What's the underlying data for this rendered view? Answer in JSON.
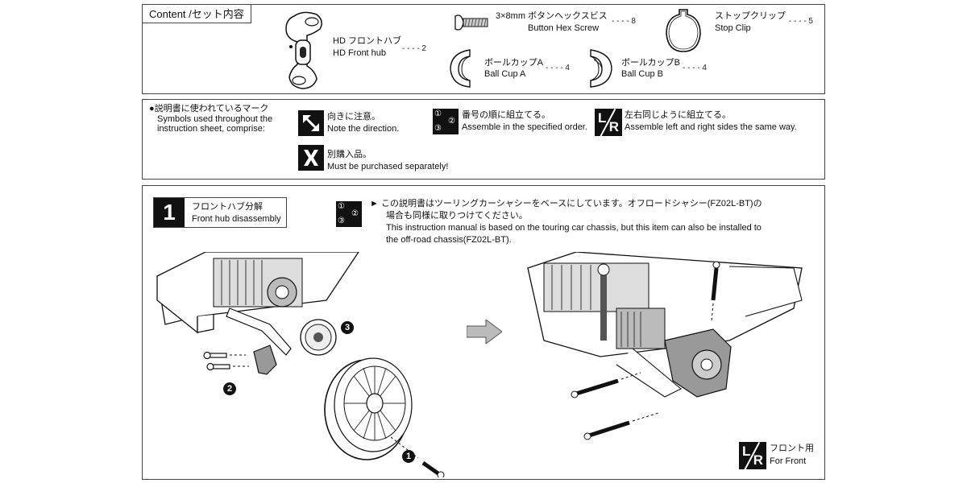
{
  "content": {
    "title": "Content /セット内容",
    "items": [
      {
        "jp": "HD フロントハブ",
        "en": "HD Front hub",
        "qty": "- - - - 2"
      },
      {
        "jp": "3×8mm ボタンヘックスビス",
        "en": "Button Hex Screw",
        "qty": "- - - - 8"
      },
      {
        "jp": "ストップクリップ",
        "en": "Stop Clip",
        "qty": "- - - - 5"
      },
      {
        "jp": "ボールカップA",
        "en": "Ball Cup A",
        "qty": "- - - - 4"
      },
      {
        "jp": "ボールカップB",
        "en": "Ball Cup B",
        "qty": "- - - - 4"
      }
    ]
  },
  "symbols": {
    "heading_jp": "●説明書に使われているマーク",
    "heading_en1": "Symbols used throughout the",
    "heading_en2": "instruction sheet, comprise:",
    "items": [
      {
        "icon": "direction-arrows-icon",
        "jp": "向きに注意。",
        "en": "Note the direction."
      },
      {
        "icon": "order-numbers-icon",
        "jp": "番号の順に組立てる。",
        "en": "Assemble in the specified order."
      },
      {
        "icon": "left-right-icon",
        "jp": "左右同じように組立てる。",
        "en": "Assemble left and right sides the same way."
      },
      {
        "icon": "x-separate-icon",
        "jp": "別購入品。",
        "en": "Must be purchased separately!"
      }
    ]
  },
  "step": {
    "number": "1",
    "title_jp": "フロントハブ分解",
    "title_en": "Front hub disassembly",
    "note_jp1": "► この説明書はツーリングカーシャシーをベースにしています。オフロードシャシー(FZ02L-BT)の",
    "note_jp2": "場合も同様に取りつけてください。",
    "note_en1": "This instruction manual is based on the touring car chassis, but this item can also be installed to",
    "note_en2": "the off-road chassis(FZ02L-BT).",
    "callouts": [
      "1",
      "2",
      "3"
    ],
    "lr_label_jp": "フロント用",
    "lr_label_en": "For Front",
    "lr_letters": {
      "l": "L",
      "r": "R"
    },
    "order_icon_digits": {
      "a": "①",
      "b": "②",
      "c": "③"
    }
  }
}
